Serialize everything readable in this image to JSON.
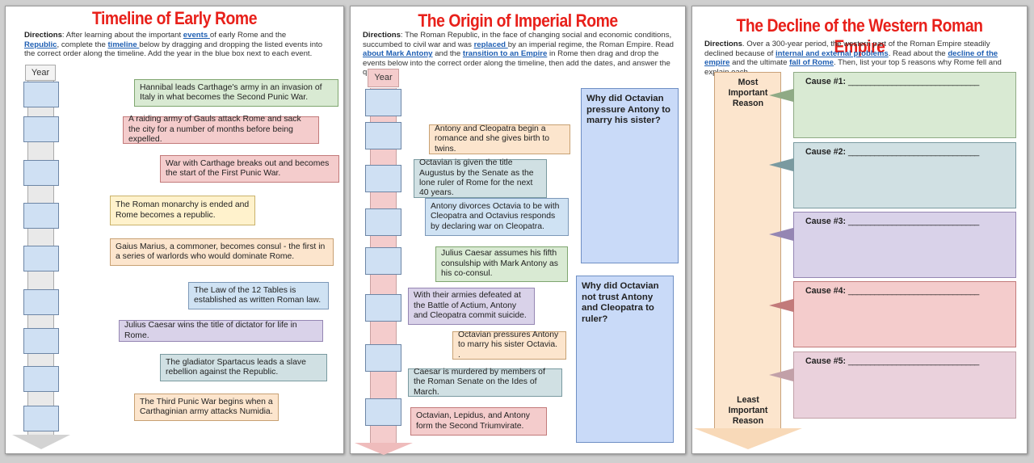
{
  "panel1": {
    "title": "Timeline of Early Rome",
    "directions": {
      "label": "Directions",
      "t1": ": After learning about the important ",
      "link1": "events ",
      "t2": "of early Rome and the ",
      "link2": "Republic",
      "t3": ", complete the ",
      "link3": "timeline ",
      "t4": "below by dragging and dropping the listed events into the correct order along the timeline. Add the year in the blue box next to each event."
    },
    "year_header": "Year",
    "events": [
      "Hannibal leads Carthage's army in an invasion of Italy in what becomes the Second Punic War.",
      "A raiding army of Gauls attack Rome and sack the city for a number of months before being expelled.",
      "War with Carthage breaks out and becomes the start of the First Punic War.",
      "The Roman monarchy is ended and Rome becomes a republic.",
      "Gaius Marius, a commoner, becomes consul - the first in a series of warlords who would dominate Rome.",
      "The Law of the 12 Tables is established as written Roman law.",
      "Julius Caesar wins the title of dictator for life in Rome.",
      "The gladiator Spartacus leads a slave rebellion against the Republic.",
      "The Third Punic War begins when a Carthaginian army attacks Numidia."
    ]
  },
  "panel2": {
    "title": "The Origin of Imperial Rome",
    "directions": {
      "label": "Directions",
      "t1": ": The Roman Republic, in the face of changing social and economic conditions, succumbed to civil war and was ",
      "link1": "replaced ",
      "t2": "by an imperial regime, the Roman Empire. Read ",
      "link2": "about Mark Antony",
      "t3": " and the ",
      "link3": "transition to an Empire",
      "t4": " in Rome then drag and drop the events below into the correct order along the timeline, then add the dates, and answer the questions."
    },
    "year_header": "Year",
    "events": [
      "Antony and Cleopatra begin a romance and she gives birth to twins.",
      "Octavian is given the title Augustus by the Senate as the lone ruler of Rome for the next 40 years.",
      "Antony divorces Octavia to be with Cleopatra and Octavius responds by declaring war on Cleopatra.",
      "Julius Caesar assumes his fifth consulship with Mark Antony as his co-consul.",
      "With their armies defeated at the Battle of Actium, Antony and Cleopatra commit suicide.",
      "Octavian pressures Antony to marry his sister Octavia. .",
      "Caesar is murdered by members of the Roman Senate on the Ides of March.",
      "Octavian, Lepidus, and Antony form the Second Triumvirate."
    ],
    "questions": [
      "Why did Octavian pressure Antony to marry his sister?",
      "Why did Octavian not trust Antony and Cleopatra to ruler?"
    ]
  },
  "panel3": {
    "title": "The Decline of the Western Roman Empire",
    "directions": {
      "label": "Directions",
      "t1": ". Over a 300-year period, the western part of the Roman Empire steadily declined because of ",
      "link1": "internal and external problems",
      "t2": ". Read about the ",
      "link2": "decline of the empire",
      "t3": " and the ultimate ",
      "link3": "fall of Rome",
      "t4": ". Then, list your top 5 reasons why Rome fell and explain each."
    },
    "most_label": "Most Important Reason",
    "least_label": "Least Important Reason",
    "causes": [
      "Cause #1:",
      "Cause #2:",
      "Cause #3:",
      "Cause #4:",
      "Cause #5:"
    ],
    "blank": "______________________________"
  },
  "colors": {
    "title_red": "#e8201a",
    "link_blue": "#1f5fb3",
    "year_box": "#cfe0f3",
    "question_box": "#c9daf8",
    "ranking_arrow": "#fce5cd"
  }
}
